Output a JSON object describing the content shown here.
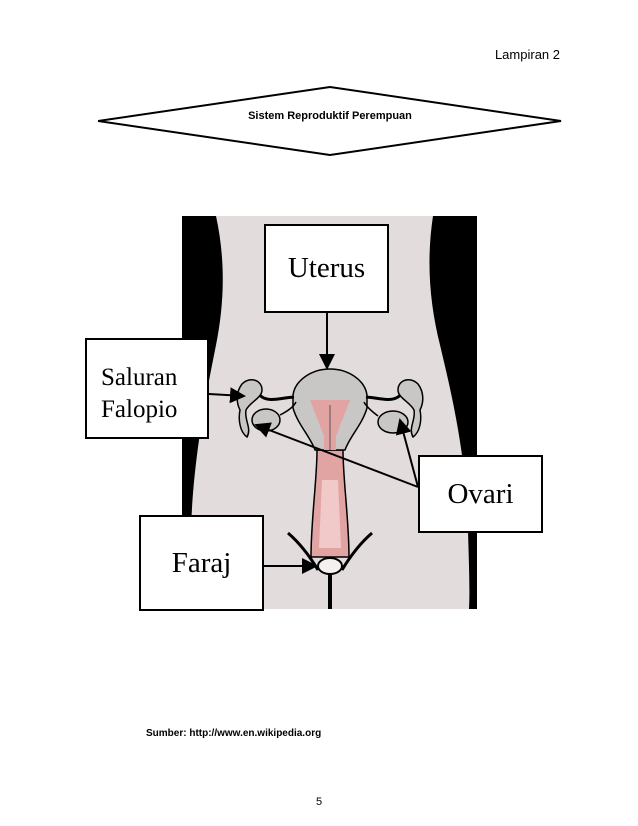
{
  "header": {
    "appendix": "Lampiran 2"
  },
  "banner": {
    "title": "Sistem Reproduktif Perempuan"
  },
  "diagram": {
    "labels": {
      "uterus": "Uterus",
      "saluran_line1": "Saluran",
      "saluran_line2": "Falopio",
      "ovari": "Ovari",
      "faraj": "Faraj"
    },
    "colors": {
      "body": "#e3dcdc",
      "outline": "#000000",
      "organ": "#c9c6c6",
      "canal": "#e2a3a3",
      "canal_inner": "#f2c9c9"
    }
  },
  "footer": {
    "source": "Sumber: http://www.en.wikipedia.org",
    "page_number": "5"
  }
}
